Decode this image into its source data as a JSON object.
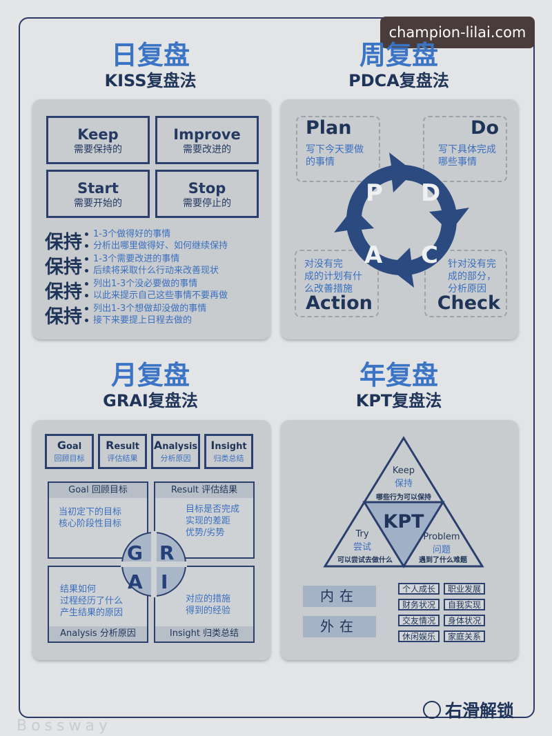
{
  "watermark": "champion-lilai.com",
  "brand": "Bossway",
  "daily": {
    "title": "日复盘",
    "method": "KISS复盘法",
    "boxes": [
      {
        "en": "Keep",
        "zh": "需要保持的"
      },
      {
        "en": "Improve",
        "zh": "需要改进的"
      },
      {
        "en": "Start",
        "zh": "需要开始的"
      },
      {
        "en": "Stop",
        "zh": "需要停止的"
      }
    ],
    "rows": [
      {
        "key": "保持",
        "line1": "1-3个做得好的事情",
        "line2": "分析出哪里做得好、如何继续保持"
      },
      {
        "key": "保持",
        "line1": "1-3个需要改进的事情",
        "line2": "后续将采取什么行动来改善现状"
      },
      {
        "key": "保持",
        "line1": "列出1-3个没必要做的事情",
        "line2": "以此来提示自己这些事情不要再做"
      },
      {
        "key": "保持",
        "line1": "列出1-3个想做却没做的事情",
        "line2": "接下来要提上日程去做的"
      }
    ]
  },
  "weekly": {
    "title": "周复盘",
    "method": "PDCA复盘法",
    "plan": {
      "title": "Plan",
      "line1": "写下今天要做",
      "line2": "的事情"
    },
    "do": {
      "title": "Do",
      "line1": "写下具体完成",
      "line2": "哪些事情"
    },
    "action": {
      "title": "Action",
      "line1": "对没有完",
      "line2": "成的计划有什",
      "line3": "么改善措施"
    },
    "check": {
      "title": "Check",
      "line1": "针对没有完",
      "line2": "成的部分，",
      "line3": "分析原因"
    },
    "cycle": {
      "p": "P",
      "d": "D",
      "c": "C",
      "a": "A"
    },
    "colors": {
      "cycle": "#2a4a80"
    }
  },
  "monthly": {
    "title": "月复盘",
    "method": "GRAI复盘法",
    "top": [
      {
        "first": "G",
        "rest": "oal",
        "zh": "回顾目标"
      },
      {
        "first": "R",
        "rest": "esult",
        "zh": "评估结果"
      },
      {
        "first": "A",
        "rest": "nalysis",
        "zh": "分析原因"
      },
      {
        "first": "I",
        "rest": "nsight",
        "zh": "归类总结"
      }
    ],
    "goal": {
      "header": "Goal 回顾目标",
      "line1": "当初定下的目标",
      "line2": "核心阶段性目标"
    },
    "result": {
      "header": "Result 评估结果",
      "line1": "目标是否完成",
      "line2": "实现的差距",
      "line3": "优势/劣势"
    },
    "analysis": {
      "header": "Analysis 分析原因",
      "line1": "结果如何",
      "line2": "过程经历了什么",
      "line3": "产生结果的原因"
    },
    "insight": {
      "header": "Insight 归类总结",
      "line1": "对应的措施",
      "line2": "得到的经验"
    },
    "letters": {
      "g": "G",
      "r": "R",
      "a": "A",
      "i": "I"
    }
  },
  "yearly": {
    "title": "年复盘",
    "method": "KPT复盘法",
    "center": "KPT",
    "keep": {
      "en": "Keep",
      "zh": "保持",
      "desc": "哪些行为可以保持"
    },
    "try": {
      "en": "Try",
      "zh": "尝试",
      "desc": "可以尝试去做什么"
    },
    "problem": {
      "en": "Problem",
      "zh": "问题",
      "desc": "遇到了什么难题"
    },
    "inner": "内在",
    "outer": "外在",
    "tags": [
      "个人成长",
      "职业发展",
      "财务状况",
      "自我实现",
      "交友情况",
      "身体状况",
      "休闲娱乐",
      "家庭关系"
    ]
  },
  "unlock": "右滑解锁"
}
